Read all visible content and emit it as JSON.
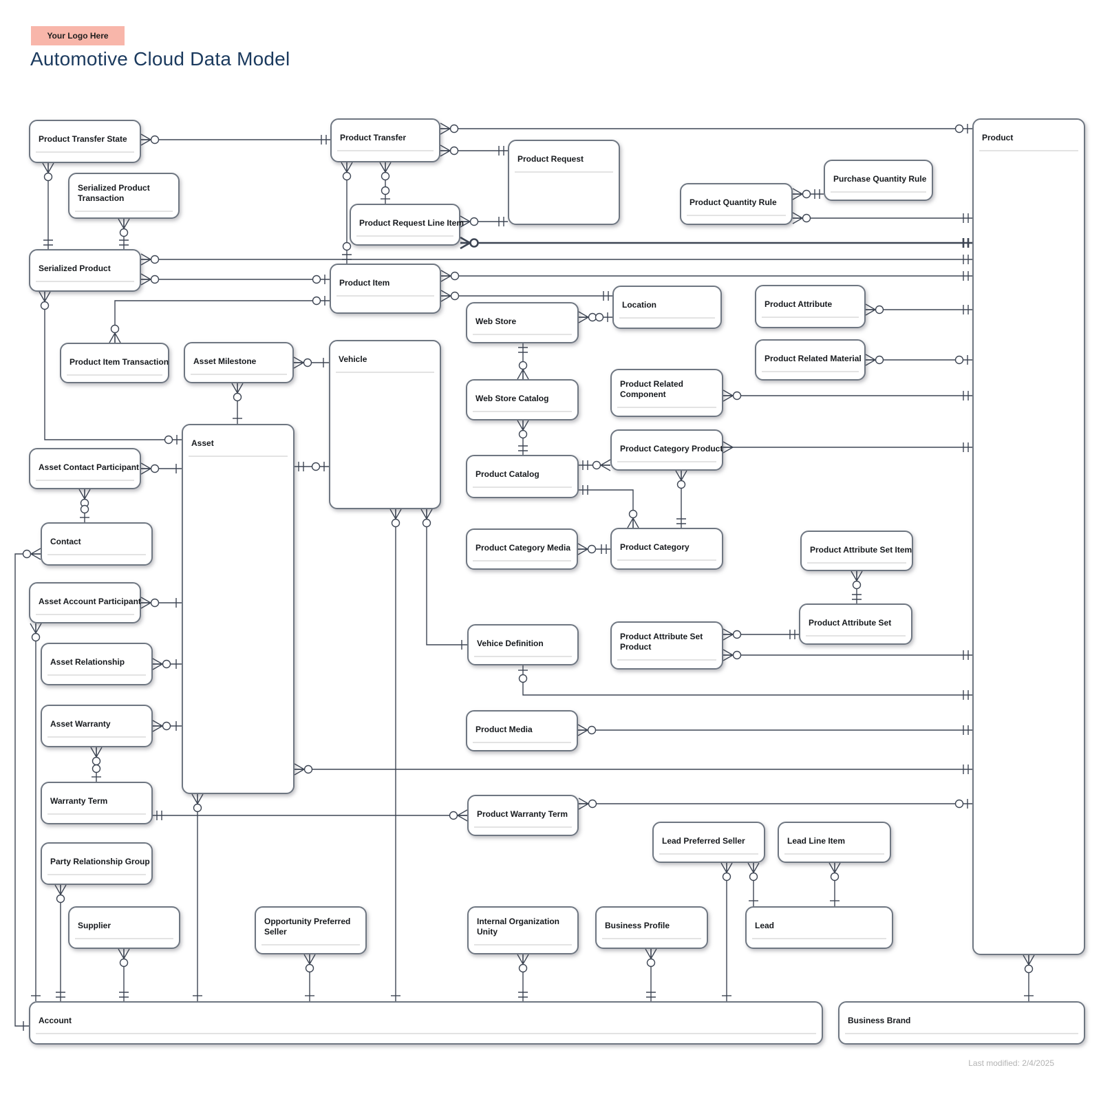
{
  "page": {
    "logo_text": "Your Logo Here",
    "title": "Automotive Cloud Data Model",
    "last_modified": "Last modified: 2/4/2025"
  },
  "colors": {
    "logo_background": "#f8b6aa",
    "title_text": "#1b3a5e",
    "connector_line": "#3d4553",
    "box_border": "#6e7681",
    "divider": "#e3e3e3"
  },
  "notation": "crow's foot entity-relationship connectors",
  "entities": [
    {
      "id": "product_transfer_state",
      "label": "Product Transfer State"
    },
    {
      "id": "serialized_product_transaction",
      "label": "Serialized Product Transaction"
    },
    {
      "id": "serialized_product",
      "label": "Serialized Product"
    },
    {
      "id": "product_transfer",
      "label": "Product Transfer"
    },
    {
      "id": "product_request",
      "label": "Product Request"
    },
    {
      "id": "product_request_line_item",
      "label": "Product Request Line Item"
    },
    {
      "id": "product_quantity_rule",
      "label": "Product Quantity Rule"
    },
    {
      "id": "purchase_quantity_rule",
      "label": "Purchase Quantity Rule"
    },
    {
      "id": "product",
      "label": "Product"
    },
    {
      "id": "product_item",
      "label": "Product Item"
    },
    {
      "id": "location",
      "label": "Location"
    },
    {
      "id": "product_attribute",
      "label": "Product Attribute"
    },
    {
      "id": "web_store",
      "label": "Web Store"
    },
    {
      "id": "product_related_material",
      "label": "Product Related Material"
    },
    {
      "id": "product_item_transaction",
      "label": "Product Item Transaction"
    },
    {
      "id": "asset_milestone",
      "label": "Asset Milestone"
    },
    {
      "id": "vehicle",
      "label": "Vehicle"
    },
    {
      "id": "product_related_component",
      "label": "Product Related Component"
    },
    {
      "id": "web_store_catalog",
      "label": "Web Store Catalog"
    },
    {
      "id": "product_category_product",
      "label": "Product Category Product"
    },
    {
      "id": "product_catalog",
      "label": "Product Catalog"
    },
    {
      "id": "asset",
      "label": "Asset"
    },
    {
      "id": "asset_contact_participant",
      "label": "Asset Contact Participant"
    },
    {
      "id": "product_category_media",
      "label": "Product Category Media"
    },
    {
      "id": "product_category",
      "label": "Product Category"
    },
    {
      "id": "product_attribute_set_item",
      "label": "Product Attribute Set Item"
    },
    {
      "id": "contact",
      "label": "Contact"
    },
    {
      "id": "product_attribute_set",
      "label": "Product Attribute Set"
    },
    {
      "id": "asset_account_participant",
      "label": "Asset Account Participant"
    },
    {
      "id": "vehice_definition",
      "label": "Vehice Definition"
    },
    {
      "id": "product_attribute_set_product",
      "label": "Product Attribute Set Product"
    },
    {
      "id": "asset_relationship",
      "label": "Asset Relationship"
    },
    {
      "id": "asset_warranty",
      "label": "Asset Warranty"
    },
    {
      "id": "product_media",
      "label": "Product Media"
    },
    {
      "id": "warranty_term",
      "label": "Warranty Term"
    },
    {
      "id": "product_warranty_term",
      "label": "Product Warranty Term"
    },
    {
      "id": "lead_preferred_seller",
      "label": "Lead Preferred Seller"
    },
    {
      "id": "lead_line_item",
      "label": "Lead Line Item"
    },
    {
      "id": "party_relationship_group",
      "label": "Party Relationship Group"
    },
    {
      "id": "supplier",
      "label": "Supplier"
    },
    {
      "id": "opportunity_preferred_seller",
      "label": "Opportunity Preferred Seller"
    },
    {
      "id": "internal_organization_unity",
      "label": "Internal Organization Unity"
    },
    {
      "id": "business_profile",
      "label": "Business Profile"
    },
    {
      "id": "lead",
      "label": "Lead"
    },
    {
      "id": "account",
      "label": "Account"
    },
    {
      "id": "business_brand",
      "label": "Business Brand"
    }
  ]
}
